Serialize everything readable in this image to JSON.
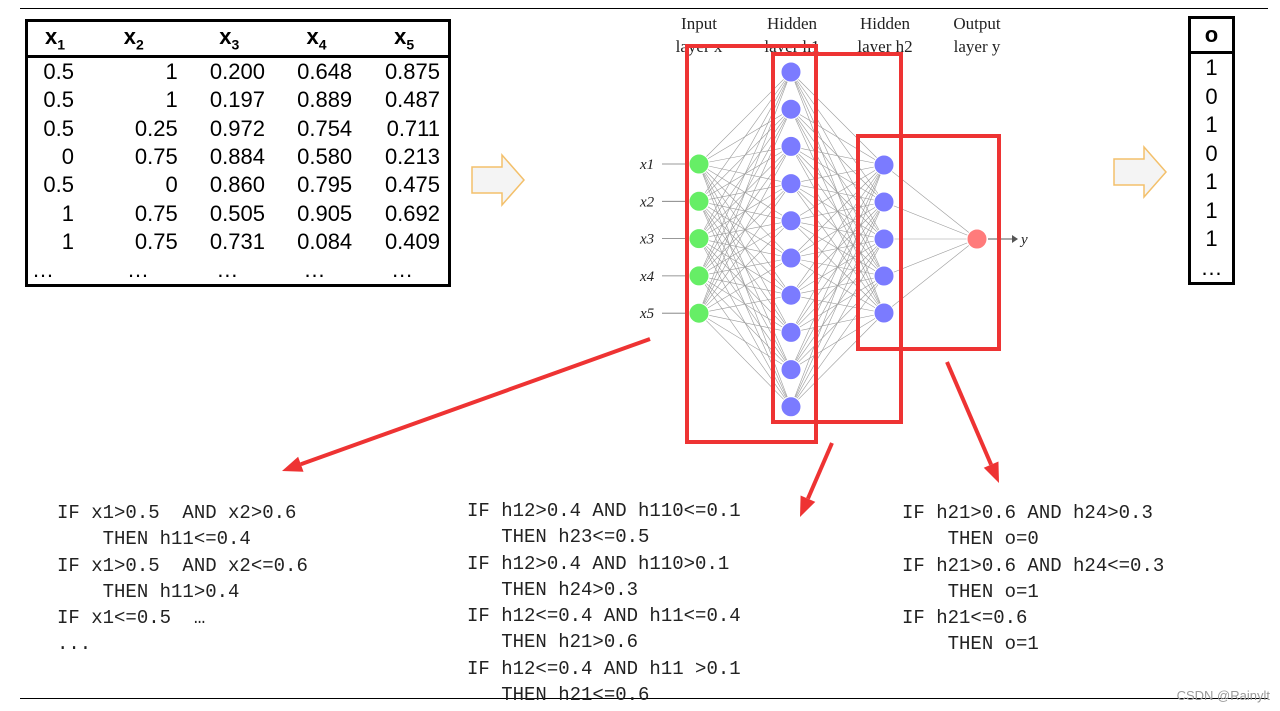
{
  "input_table": {
    "headers": [
      {
        "base": "x",
        "sub": "1"
      },
      {
        "base": "x",
        "sub": "2"
      },
      {
        "base": "x",
        "sub": "3"
      },
      {
        "base": "x",
        "sub": "4"
      },
      {
        "base": "x",
        "sub": "5"
      }
    ],
    "rows": [
      [
        "0.5",
        "1",
        "0.200",
        "0.648",
        "0.875"
      ],
      [
        "0.5",
        "1",
        "0.197",
        "0.889",
        "0.487"
      ],
      [
        "0.5",
        "0.25",
        "0.972",
        "0.754",
        "0.711"
      ],
      [
        "0",
        "0.75",
        "0.884",
        "0.580",
        "0.213"
      ],
      [
        "0.5",
        "0",
        "0.860",
        "0.795",
        "0.475"
      ],
      [
        "1",
        "0.75",
        "0.505",
        "0.905",
        "0.692"
      ],
      [
        "1",
        "0.75",
        "0.731",
        "0.084",
        "0.409"
      ]
    ],
    "ellipsis_row": [
      "…",
      "…",
      "…",
      "…",
      "…"
    ]
  },
  "output_table": {
    "header": "o",
    "values": [
      "1",
      "0",
      "1",
      "0",
      "1",
      "1",
      "1"
    ],
    "ellipsis": "…"
  },
  "network": {
    "layer_titles": [
      {
        "line1": "Input",
        "line2": "layer x"
      },
      {
        "line1": "Hidden",
        "line2": "layer h1"
      },
      {
        "line1": "Hidden",
        "line2": "layer h2"
      },
      {
        "line1": "Output",
        "line2": "layer y"
      }
    ],
    "input_labels": [
      "x1",
      "x2",
      "x3",
      "x4",
      "x5"
    ],
    "output_label": "y",
    "layer_sizes": [
      5,
      10,
      5,
      1
    ],
    "colors": {
      "input": "#66ee66",
      "hidden": "#7b7bff",
      "output": "#ff7b7b",
      "highlight": "#ee3333",
      "arrow_fill": "#f4f4f4",
      "arrow_stroke": "#f3c06b"
    }
  },
  "rules": {
    "left": "IF x1>0.5  AND x2>0.6\n    THEN h11<=0.4\nIF x1>0.5  AND x2<=0.6\n    THEN h11>0.4\nIF x1<=0.5  …\n...",
    "middle": "IF h12>0.4 AND h110<=0.1\n   THEN h23<=0.5\nIF h12>0.4 AND h110>0.1\n   THEN h24>0.3\nIF h12<=0.4 AND h11<=0.4\n   THEN h21>0.6\nIF h12<=0.4 AND h11 >0.1\n   THEN h21<=0.6",
    "right": "IF h21>0.6 AND h24>0.3\n    THEN o=0\nIF h21>0.6 AND h24<=0.3\n    THEN o=1\nIF h21<=0.6\n    THEN o=1"
  },
  "watermark": "CSDN @Rainylt"
}
